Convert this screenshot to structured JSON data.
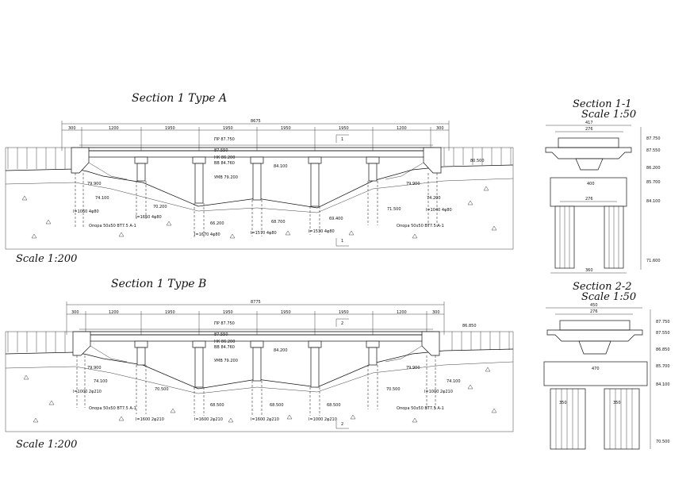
{
  "section_a": {
    "title": "Section 1 Type A",
    "scale": "Scale 1:200",
    "overall": "8675",
    "spans": [
      "300",
      "1200",
      "1950",
      "1950",
      "1950",
      "1950",
      "1200",
      "300"
    ],
    "labels": {
      "lvl1": "ПР 87.750",
      "lvl2": "87.550",
      "lvl3": "НК 86.200",
      "lvl4": "ВВ 84.760",
      "lvl5": "84.100",
      "lvl6": "УМВ 79.200",
      "lvl7": "80.500",
      "lvl8": "79.900",
      "lvl9": "79.900",
      "g1": "74.100",
      "g2": "74.200",
      "g3": "70.200",
      "g4": "68.700",
      "g5": "66.200",
      "g6": "69.400",
      "g7": "71.500",
      "p1": "l=1060\n4φ80",
      "p2": "l=1650\n4φ80",
      "p3": "l=1670\n4φ80",
      "p4": "l=1570\n4φ80",
      "p5": "l=1530\n4φ80",
      "p6": "l=1040\n4φ80",
      "tag_l": "Опора 50x50\nВТ7.5 А-1",
      "tag_r": "Опора 50x50\nВТ7.5 А-1",
      "sec1": "1",
      "sec2": "1"
    }
  },
  "section_b": {
    "title": "Section 1 Type B",
    "scale": "Scale 1:200",
    "overall": "8775",
    "spans": [
      "300",
      "1200",
      "1950",
      "1950",
      "1950",
      "1950",
      "1200",
      "300"
    ],
    "labels": {
      "lvl1": "ПР 87.750",
      "lvl2": "87.550",
      "lvl3": "НК 86.200",
      "lvl4": "ВВ 84.760",
      "lvl5": "84.200",
      "lvl6": "УМВ 79.200",
      "lvl7": "86.850",
      "lvl8": "79.900",
      "lvl9": "79.900",
      "g1": "74.100",
      "g2": "74.100",
      "g3": "70.500",
      "g4": "68.500",
      "g5": "68.500",
      "g6": "68.500",
      "g7": "70.500",
      "p1": "l=1000\n2φ210",
      "p2": "l=1600\n2φ210",
      "p3": "l=1600\n2φ210",
      "p4": "l=1600\n2φ210",
      "p5": "l=1000\n2φ210",
      "p6": "l=1000\n2φ210",
      "tag_l": "Опора 50x50\nВТ7.5 А-1",
      "tag_r": "Опора 50x50\nВТ7.5 А-1",
      "sec1": "2",
      "sec2": "2"
    }
  },
  "section_11": {
    "title": "Section 1-1",
    "scale": "Scale 1:50",
    "levels": [
      "87.750",
      "87.550",
      "86.200",
      "85.700",
      "84.100",
      "71.600"
    ],
    "dims": [
      "417",
      "276",
      "400",
      "276",
      "360"
    ]
  },
  "section_22": {
    "title": "Section 2-2",
    "scale": "Scale 1:50",
    "levels": [
      "87.750",
      "87.550",
      "86.850",
      "85.700",
      "84.100",
      "70.500"
    ],
    "dims": [
      "450",
      "276",
      "470",
      "350",
      "350"
    ]
  }
}
